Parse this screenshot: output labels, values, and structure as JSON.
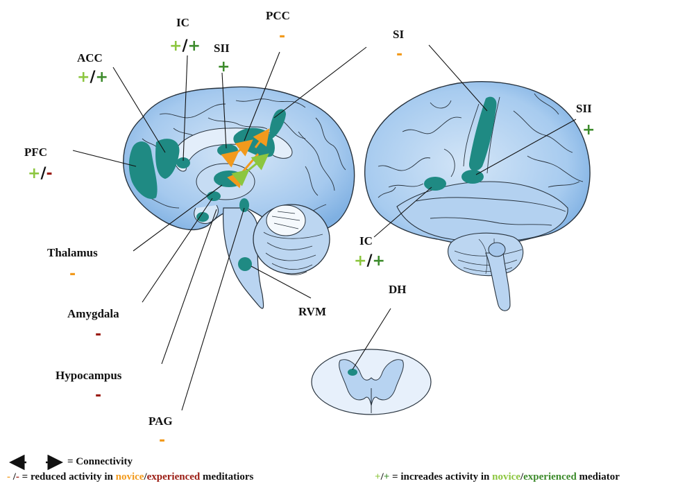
{
  "colors": {
    "region": "#1f8a83",
    "brain_fill": "#a9ccef",
    "brain_dark": "#7fb1e3",
    "brain_light": "#dceaf8",
    "outline": "#27323d",
    "novice_reduced": "#f29a1c",
    "experienced_reduced": "#9a1b12",
    "novice_increased": "#8cc63f",
    "experienced_increased": "#3d8b2c"
  },
  "labels": {
    "ic_top": {
      "name": "IC",
      "a": "+",
      "sep": "/",
      "b": "+"
    },
    "pcc": {
      "name": "PCC",
      "a": "-"
    },
    "sii_left": {
      "name": "SII",
      "a": "+"
    },
    "acc": {
      "name": "ACC",
      "a": "+",
      "sep": "/",
      "b": "+"
    },
    "si": {
      "name": "SI",
      "a": "-"
    },
    "sii_right": {
      "name": "SII",
      "a": "+"
    },
    "pfc": {
      "name": "PFC",
      "a": "+",
      "sep": "/",
      "b": "-"
    },
    "thalamus": {
      "name": "Thalamus",
      "a": "-"
    },
    "ic_right": {
      "name": "IC",
      "a": "+",
      "sep": "/",
      "b": "+"
    },
    "rvm": {
      "name": "RVM"
    },
    "dh": {
      "name": "DH"
    },
    "amygdala": {
      "name": "Amygdala",
      "a": "-"
    },
    "hypocampus": {
      "name": "Hypocampus",
      "a": "-"
    },
    "pag": {
      "name": "PAG",
      "a": "-"
    }
  },
  "legend": {
    "connectivity": "= Connectivity",
    "reduced": {
      "symbols_a": "-",
      "symbols_sep": " /",
      "symbols_b": "-",
      "prefix": " = reduced activity in ",
      "novice": "novice",
      "slash": "/",
      "experienced": "experienced",
      "suffix": " meditatiors"
    },
    "increased": {
      "symbols_a": "+",
      "symbols_sep": "/",
      "symbols_b": "+",
      "prefix": " = increades activity in ",
      "novice": "novice",
      "slash": "/",
      "experienced": "experienced",
      "suffix": " mediator"
    }
  }
}
